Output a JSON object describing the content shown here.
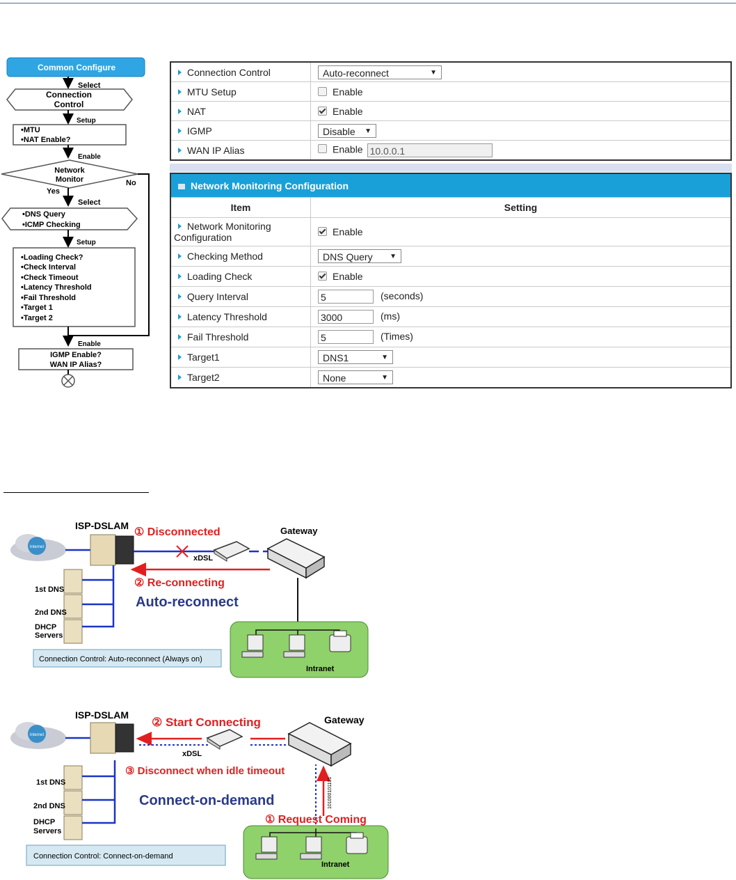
{
  "flowchart": {
    "start": "Common Configure",
    "select1": "Select",
    "connection_control": [
      "Connection",
      "Control"
    ],
    "setup1": "Setup",
    "mtu_box": [
      "•MTU",
      "•NAT Enable?"
    ],
    "enable1": "Enable",
    "network_monitor": [
      "Network",
      "Monitor"
    ],
    "yes": "Yes",
    "no": "No",
    "select2": "Select",
    "dns_box": [
      "•DNS Query",
      "•ICMP Checking"
    ],
    "setup2": "Setup",
    "check_box": [
      "•Loading Check?",
      "•Check Interval",
      "•Check Timeout",
      "•Latency Threshold",
      "•Fail Threshold",
      "•Target 1",
      "•Target 2"
    ],
    "enable2": "Enable",
    "igmp_box": [
      "IGMP Enable?",
      "WAN  IP Alias?"
    ]
  },
  "table1": {
    "rows": [
      {
        "label": "Connection Control",
        "select": "Auto-reconnect"
      },
      {
        "label": "MTU Setup",
        "check": false,
        "check_label": "Enable"
      },
      {
        "label": "NAT",
        "check": true,
        "check_label": "Enable"
      },
      {
        "label": "IGMP",
        "select": "Disable"
      },
      {
        "label": "WAN IP Alias",
        "check": false,
        "check_label": "Enable",
        "input": "10.0.0.1"
      }
    ]
  },
  "table2": {
    "title": "Network Monitoring Configuration",
    "col_item": "Item",
    "col_setting": "Setting",
    "rows": [
      {
        "label": "Network Monitoring",
        "label2": "Configuration",
        "check": true,
        "check_label": "Enable"
      },
      {
        "label": "Checking Method",
        "select": "DNS Query"
      },
      {
        "label": "Loading Check",
        "check": true,
        "check_label": "Enable"
      },
      {
        "label": "Query Interval",
        "input": "5",
        "unit": "(seconds)"
      },
      {
        "label": "Latency Threshold",
        "input": "3000",
        "unit": "(ms)"
      },
      {
        "label": "Fail Threshold",
        "input": "5",
        "unit": "(Times)"
      },
      {
        "label": "Target1",
        "select": "DNS1"
      },
      {
        "label": "Target2",
        "select": "None"
      }
    ]
  },
  "diagram1": {
    "isp": "ISP-DSLAM",
    "step1": "① Disconnected",
    "gateway": "Gateway",
    "xdsl": "xDSL",
    "step2": "② Re-connecting",
    "mode": "Auto-reconnect",
    "internet": "Internet",
    "dns1": "1st DNS",
    "dns2": "2nd DNS",
    "dhcp": [
      "DHCP",
      "Servers"
    ],
    "intranet": "Intranet",
    "caption": "Connection Control: Auto-reconnect (Always on)"
  },
  "diagram2": {
    "isp": "ISP-DSLAM",
    "step2": "② Start Connecting",
    "gateway": "Gateway",
    "xdsl": "xDSL",
    "step3": "③ Disconnect  when idle timeout",
    "mode": "Connect-on-demand",
    "step1": "① Request Coming",
    "internet": "Internet",
    "dns1": "1st DNS",
    "dns2": "2nd DNS",
    "dhcp": [
      "DHCP",
      "Servers"
    ],
    "intranet": "Intranet",
    "bits": "101000101101",
    "caption": "Connection Control: Connect-on-demand"
  }
}
